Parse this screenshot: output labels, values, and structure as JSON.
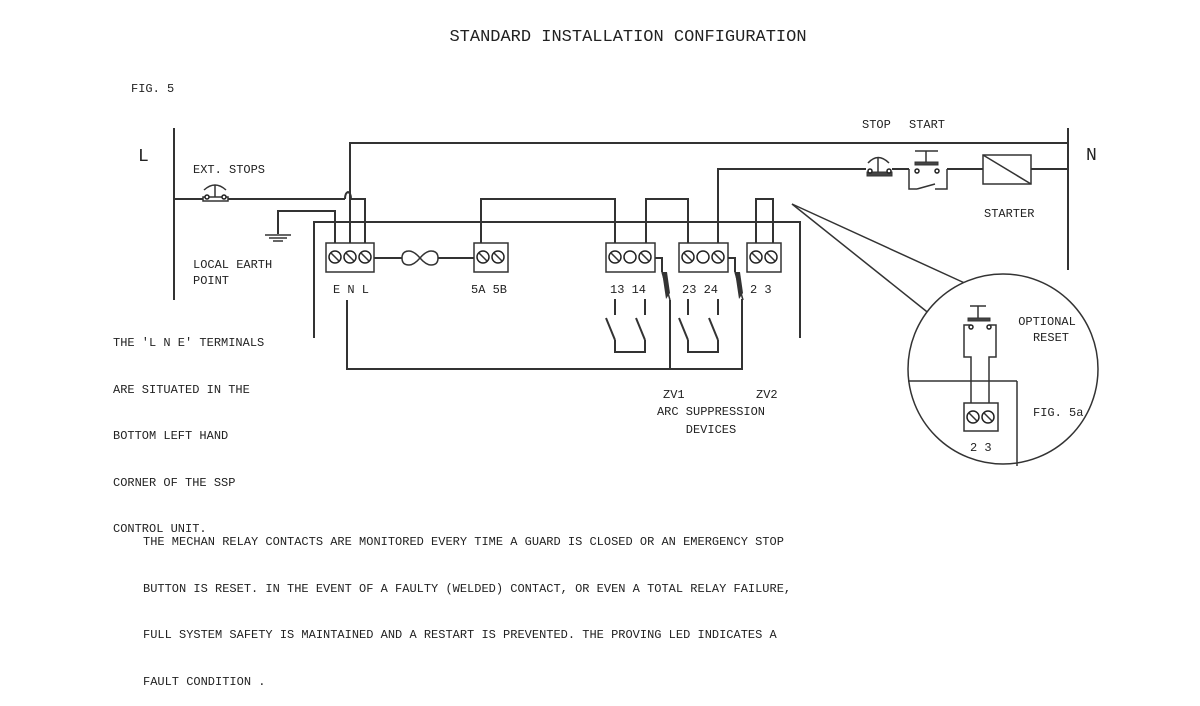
{
  "title": "STANDARD INSTALLATION CONFIGURATION",
  "figure_label": "FIG. 5",
  "inset_figure_label": "FIG. 5a",
  "rails": {
    "line": "L",
    "neutral": "N"
  },
  "labels": {
    "ext_stops": "EXT. STOPS",
    "local_earth": [
      "LOCAL EARTH",
      "POINT"
    ],
    "stop": "STOP",
    "start": "START",
    "starter": "STARTER",
    "optional_reset": [
      "OPTIONAL",
      "RESET"
    ],
    "zv1": "ZV1",
    "zv2": "ZV2",
    "arc_suppression": [
      "ARC SUPPRESSION",
      "DEVICES"
    ]
  },
  "terminals": [
    {
      "id": "enl",
      "label": "E N L"
    },
    {
      "id": "5a5b",
      "label": "5A 5B"
    },
    {
      "id": "13-14",
      "label": "13 14"
    },
    {
      "id": "23-24",
      "label": "23 24"
    },
    {
      "id": "2-3",
      "label": "2 3"
    },
    {
      "id": "inset-2-3",
      "label": "2 3"
    }
  ],
  "side_note": [
    "THE 'L N E' TERMINALS",
    "ARE SITUATED IN THE",
    "BOTTOM LEFT HAND",
    "CORNER OF THE SSP",
    "CONTROL UNIT."
  ],
  "footer_note": [
    "THE MECHAN RELAY CONTACTS ARE MONITORED EVERY TIME A GUARD IS CLOSED OR AN EMERGENCY STOP",
    "BUTTON IS RESET. IN THE EVENT OF A FAULTY (WELDED) CONTACT, OR EVEN A TOTAL RELAY FAILURE,",
    "FULL SYSTEM SAFETY IS MAINTAINED AND A RESTART IS PREVENTED. THE PROVING LED INDICATES A",
    "FAULT CONDITION ."
  ]
}
